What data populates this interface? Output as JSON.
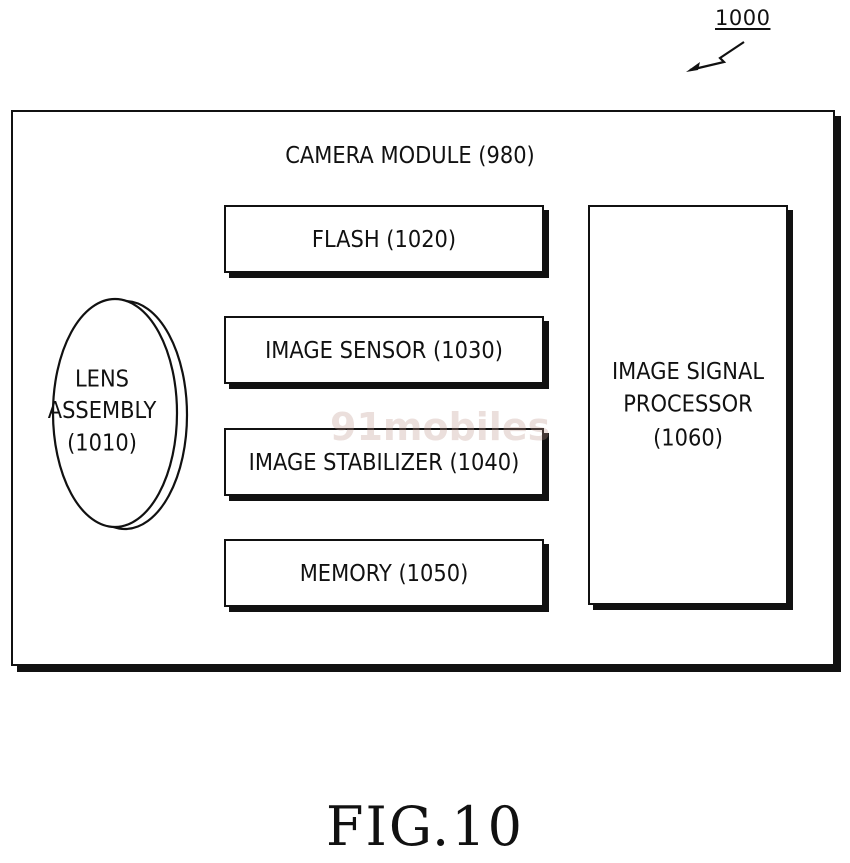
{
  "figure": {
    "reference_number": "1000",
    "caption": "FIG.10",
    "watermark": "91mobiles"
  },
  "module": {
    "title": "CAMERA MODULE (980)"
  },
  "components": {
    "lens_assembly": "LENS\nASSEMBLY\n(1010)",
    "flash": "FLASH (1020)",
    "image_sensor": "IMAGE SENSOR (1030)",
    "image_stabilizer": "IMAGE STABILIZER (1040)",
    "memory": "MEMORY (1050)",
    "image_signal_processor": "IMAGE SIGNAL\nPROCESSOR\n(1060)"
  }
}
